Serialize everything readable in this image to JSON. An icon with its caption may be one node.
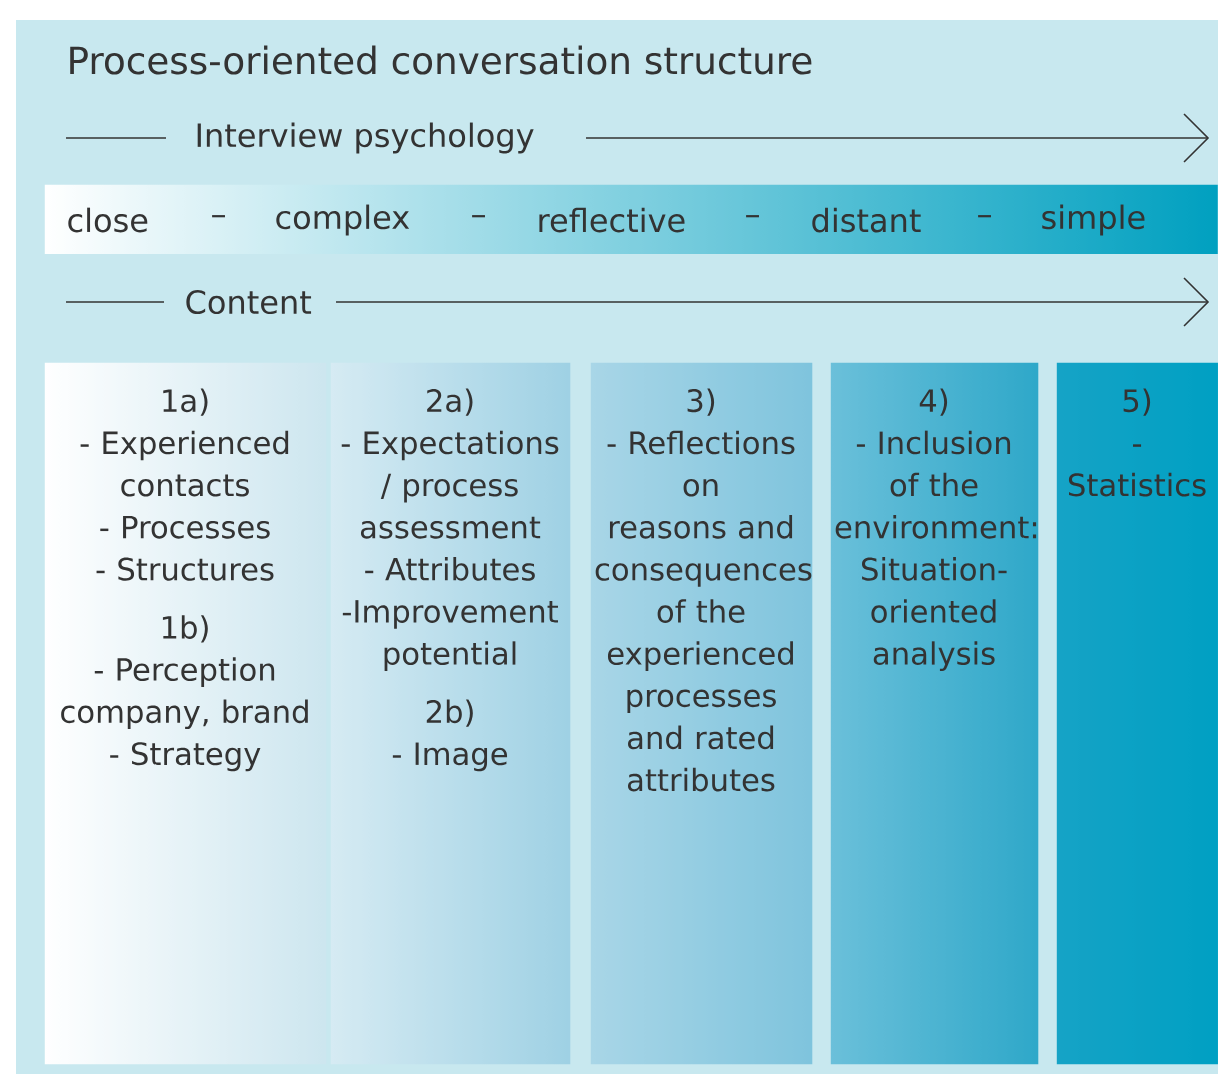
{
  "diagram": {
    "title": "Process-oriented conversation structure",
    "nodes": [
      {
        "text": [
          "close",
          "–",
          "complex",
          "–",
          "reflective",
          "–",
          "distant",
          "–",
          "simple"
        ]
      },
      {
        "text": [
          "1a)",
          "- Experienced contacts",
          "- Processes",
          "- Structures",
          "1b)",
          "- Perception company, brand",
          "- Strategy"
        ]
      },
      {
        "text": [
          "2a)",
          "- Expectations / process assessment",
          "- Attributes",
          "-Improvement potential",
          "2b)",
          "- Image"
        ]
      },
      {
        "text": [
          "3)",
          "- Reflections on reasons and consequences of the experienced processes and rated attributes"
        ]
      },
      {
        "text": [
          "4)",
          "- Inclusion of the environment: Situation-oriented analysis"
        ]
      },
      {
        "text": [
          "5)",
          "- Statistics"
        ]
      }
    ],
    "labels": [
      "Interview psychology",
      "Content"
    ]
  }
}
